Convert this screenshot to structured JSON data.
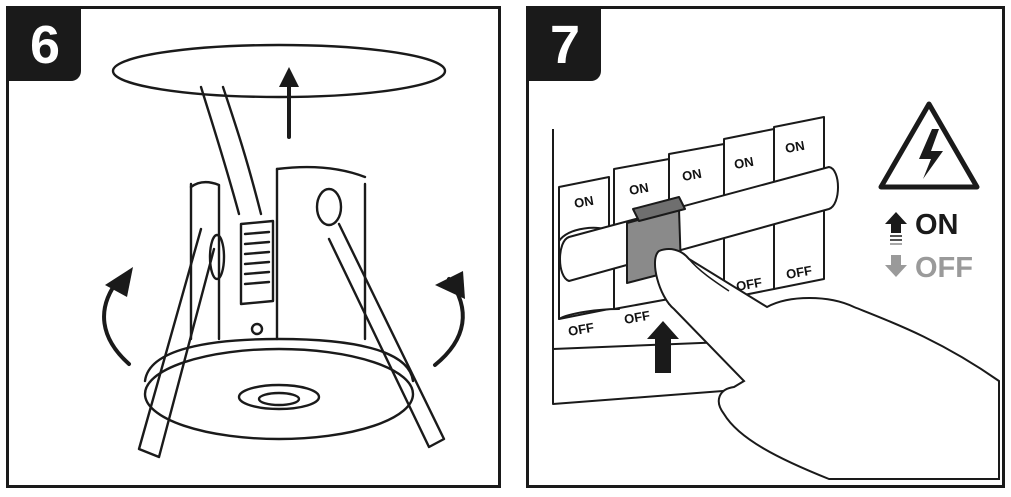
{
  "steps": [
    {
      "number": "6"
    },
    {
      "number": "7"
    }
  ],
  "breaker": {
    "on_label": "ON",
    "off_label": "OFF"
  },
  "legend": {
    "on_text": "ON",
    "off_text": "OFF",
    "on_color": "#1a1a1a",
    "off_color": "#9a9a9a"
  },
  "colors": {
    "line": "#1a1a1a",
    "active_breaker": "#8a8a8a"
  }
}
